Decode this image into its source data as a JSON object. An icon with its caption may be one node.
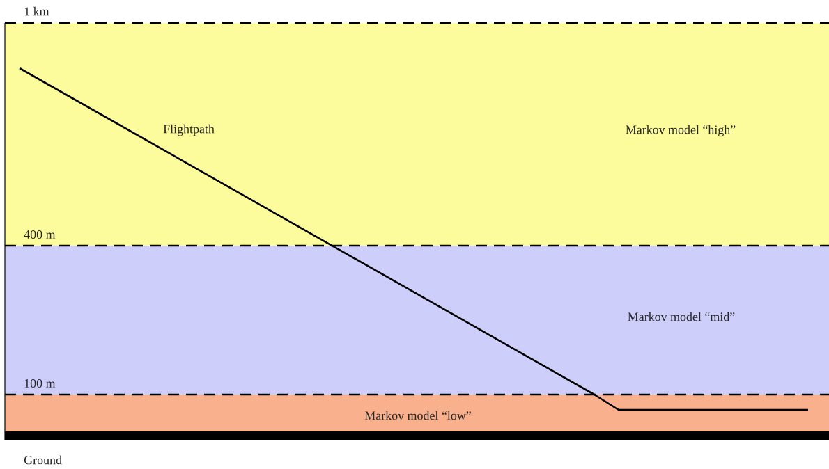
{
  "diagram": {
    "nodes": [
      {
        "text": [
          "Markov model “high”"
        ]
      },
      {
        "text": [
          "Markov model “mid”"
        ]
      },
      {
        "text": [
          "Markov model “low”"
        ]
      }
    ],
    "labels": [
      "1 km",
      "Flightpath",
      "400 m",
      "100 m",
      "Ground"
    ]
  }
}
